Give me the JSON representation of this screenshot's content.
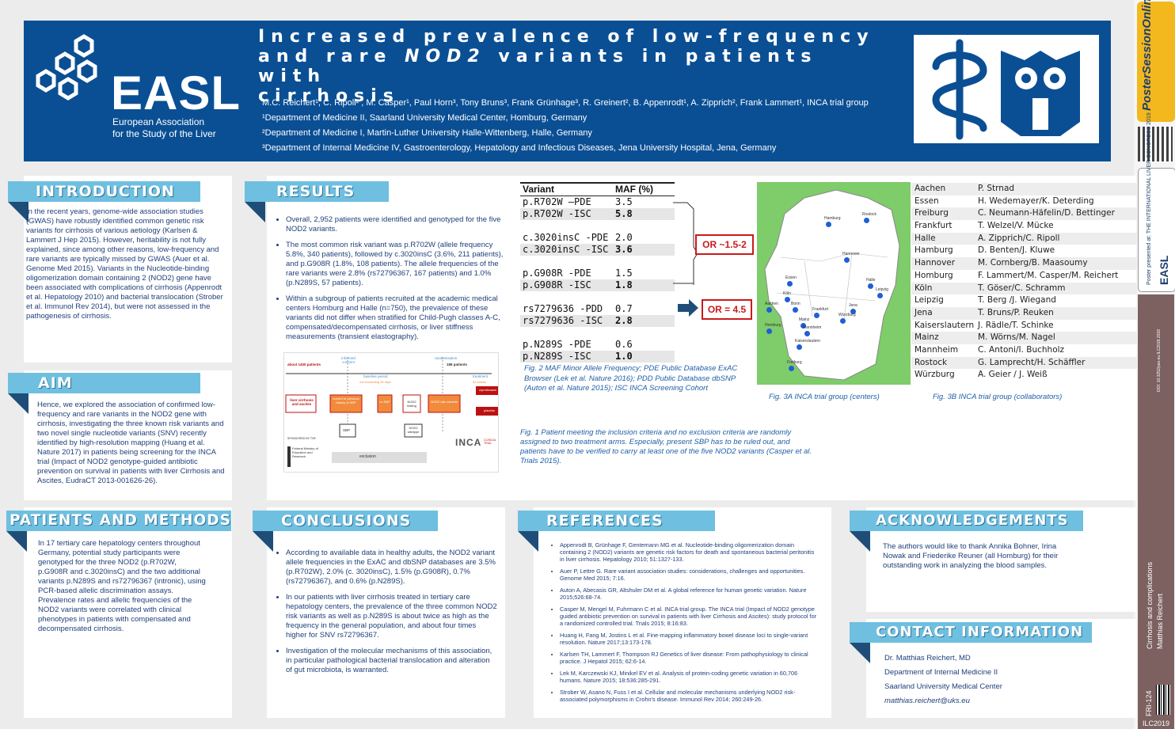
{
  "header": {
    "logo_name": "EASL",
    "logo_sub_1": "European Association",
    "logo_sub_2": "for the Study of the Liver",
    "title_line1": "Increased prevalence of low-frequency",
    "title_line2_pre": "and rare ",
    "title_line2_gene": "NOD2",
    "title_line2_post": " variants in patients with",
    "title_line3": "cirrhosis",
    "authors": "M.C. Reichert¹, C. Ripoll² , M. Casper¹, Paul Horn³, Tony Bruns³, Frank Grünhage³, R. Greinert², B. Appenrodt¹, A. Zipprich², Frank Lammert¹, INCA trial group",
    "aff1": "¹Department of Medicine II, Saarland University Medical Center, Homburg, Germany",
    "aff2": "²Department of Medicine I, Martin-Luther University Halle-Wittenberg, Halle, Germany",
    "aff3": "³Department of Internal Medicine IV, Gastroenterology, Hepatology and Infectious Diseases, Jena University Hospital, Jena, Germany"
  },
  "side_strip": {
    "pso_label": "PosterSessionOnline",
    "easl_card_text": "Poster presented at: THE INTERNATIONAL LIVER CONGRESS 2019",
    "easl_card_logo": "EASL",
    "doi": "DOI: 10.3252/pso.eu.ILC2019.2019",
    "topic_1": "Cirrhosis and complications",
    "topic_2": "Matthias Reichert",
    "code": "FRI-124",
    "ilc": "ILC2019"
  },
  "introduction": {
    "title": "INTRODUCTION",
    "text": "In the recent years, genome-wide association studies (GWAS) have robustly identified common genetic risk variants for cirrhosis of various aetiology (Karlsen & Lammert J Hep 2015). However, heritability is not fully explained, since among other reasons, low-frequency and rare variants are typically missed by GWAS (Auer et al. Genome Med 2015). Variants in the Nucleotide-binding oligomerization domain containing 2 (NOD2) gene  have been associated with complications of cirrhosis (Appenrodt et al. Hepatology 2010) and bacterial translocation (Strober et al. Immunol Rev 2014), but were not assessed in the pathogenesis of cirrhosis."
  },
  "aim": {
    "title": "AIM",
    "text": "Hence, we explored the association of confirmed low-frequency and rare variants in the NOD2 gene with cirrhosis, investigating the three known risk variants and two novel single nucleotide variants (SNV) recently identified by high-resolution mapping (Huang et al. Nature 2017) in patients being screening for the INCA trial (Impact of NOD2 genotype-guided antibiotic prevention on survival in patients with liver Cirrhosis and Ascites, EudraCT 2013-001626-26)."
  },
  "methods": {
    "title": "PATIENTS AND METHODS",
    "text": "In 17 tertiary care hepatology centers throughout Germany, potential study participants were genotyped for the three NOD2 (p.R702W, p.G908R and c.3020insC) and the two additional variants p.N289S and rs72796367 (intronic), using PCR-based allelic discrimination assays. Prevalence rates and allelic frequencies of the NOD2 variants were correlated with clinical phenotypes in patients with compensated and decompensated cirrhosis."
  },
  "results": {
    "title": "RESULTS",
    "bullets": [
      "Overall, 2,952 patients were identified and genotyped for the five NOD2 variants.",
      "The most common risk variant was p.R702W (allele frequency 5.8%, 340 patients), followed by c.3020insC (3.6%, 211 patients), and p.G908R (1.8%, 108 patients). The allele frequencies of the rare variants were 2.8% (rs72796367, 167 patients) and 1.0% (p.N289S, 57 patients).",
      "Within a subgroup of patients recruited at the academic medical centers Homburg and Halle (n=750), the prevalence of these variants did not differ when stratified for Child-Pugh classes A-C, compensated/decompensated cirrhosis, or liver stiffness measurements (transient elastography)."
    ],
    "fig1_caption": "Fig. 1 Patient meeting the inclusion criteria and no exclusion criteria are randomly assigned to two treatment arms. Especially, present SBP has to be ruled out, and patients have to be verified to carry at least one of the five NOD2 variants (Casper et al. Trials 2015).",
    "fig2_caption": "Fig. 2 MAF Minor Allele Frequency; PDE Public Database ExAC Browser (Lek et al. Nature 2016); PDD Public Database dbSNP  (Auton et al. Nature 2015); ISC INCA Screening Cohort",
    "fig3a_caption": "Fig. 3A INCA trial group (centers)",
    "fig3b_caption": "Fig. 3B INCA trial group (collaborators)",
    "or_1": "OR ~1.5-2",
    "or_2": "OR = 4.5"
  },
  "flowchart": {
    "about": "about 1400 patients",
    "informed": "informed consent",
    "not_exceeding": "not exceeding 28 days",
    "randomisation": "randomisation",
    "n186": "186 patients",
    "baseline": "baseline period",
    "treatment": "treatment",
    "weeks": "52 weeks",
    "liver": "liver cirrhosis and ascites",
    "current": "current or previous history of SBP",
    "no_sbp": "no SBP",
    "nod2_testing": "NOD2 testing",
    "nod2_risk": "NOD2 risk-variants",
    "sbp": "SBP",
    "wildtype": "NOD2 wildtype",
    "exclusion": "exclusion",
    "cipro": "ciprofloxacin",
    "placebo": "placebo",
    "sponsored": "SPONSORED BY THE",
    "ministry": "Federal Ministry of Education and Research",
    "inca": "INCA",
    "clinical": "CLINICAL TRIAL"
  },
  "variant_table": {
    "head_variant": "Variant",
    "head_maf": "MAF (%)",
    "rows": [
      {
        "variant": "p.R702W –PDE",
        "maf": "3.5",
        "shade": false,
        "bold": false
      },
      {
        "variant": "p.R702W -ISC",
        "maf": "5.8",
        "shade": true,
        "bold": true
      },
      {
        "variant": "",
        "maf": "",
        "shade": false,
        "bold": false
      },
      {
        "variant": "c.3020insC -PDE",
        "maf": "2.0",
        "shade": false,
        "bold": false
      },
      {
        "variant": "c.3020insC -ISC",
        "maf": "3.6",
        "shade": true,
        "bold": true
      },
      {
        "variant": "",
        "maf": "",
        "shade": false,
        "bold": false
      },
      {
        "variant": "p.G908R -PDE",
        "maf": "1.5",
        "shade": false,
        "bold": false
      },
      {
        "variant": "p.G908R -ISC",
        "maf": "1.8",
        "shade": true,
        "bold": true
      },
      {
        "variant": "",
        "maf": "",
        "shade": false,
        "bold": false
      },
      {
        "variant": "rs7279636 -PDD",
        "maf": "0.7",
        "shade": false,
        "bold": false
      },
      {
        "variant": "rs7279636 -ISC",
        "maf": "2.8",
        "shade": true,
        "bold": true
      },
      {
        "variant": "",
        "maf": "",
        "shade": false,
        "bold": false
      },
      {
        "variant": "p.N289S -PDE",
        "maf": "0.6",
        "shade": false,
        "bold": false
      },
      {
        "variant": "p.N289S -ISC",
        "maf": "1.0",
        "shade": true,
        "bold": true
      }
    ]
  },
  "map_cities": [
    "Hamburg",
    "Rostock",
    "Hannover",
    "Essen",
    "Halle",
    "Köln",
    "Aachen",
    "Bonn",
    "Leipzig",
    "Jena",
    "Frankfurt",
    "Würzburg",
    "Mainz",
    "Homburg",
    "Mannheim",
    "Kaiserslautern",
    "Freiburg"
  ],
  "collaborators": [
    {
      "city": "Aachen",
      "names": "P. Strnad"
    },
    {
      "city": "Essen",
      "names": "H. Wedemayer/K. Deterding"
    },
    {
      "city": "Freiburg",
      "names": "C. Neumann-Häfelin/D. Bettinger"
    },
    {
      "city": "Frankfurt",
      "names": "T. Welzel/V. Mücke"
    },
    {
      "city": "Halle",
      "names": "A. Zipprich/C. Ripoll"
    },
    {
      "city": "Hamburg",
      "names": "D. Benten/J. Kluwe"
    },
    {
      "city": "Hannover",
      "names": "M. Cornberg/B. Maasoumy"
    },
    {
      "city": "Homburg",
      "names": "F. Lammert/M. Casper/M. Reichert"
    },
    {
      "city": "Köln",
      "names": "T. Göser/C. Schramm"
    },
    {
      "city": "Leipzig",
      "names": "T. Berg /J. Wiegand"
    },
    {
      "city": "Jena",
      "names": "T. Bruns/P. Reuken"
    },
    {
      "city": "Kaiserslautern",
      "names": "J. Rädle/T. Schinke"
    },
    {
      "city": "Mainz",
      "names": "M. Wörns/M. Nagel"
    },
    {
      "city": "Mannheim",
      "names": "C. Antoni/I. Buchholz"
    },
    {
      "city": "Rostock",
      "names": "G. Lamprecht/H. Schäffler"
    },
    {
      "city": "Würzburg",
      "names": "A. Geier / J. Weiß"
    }
  ],
  "conclusions": {
    "title": "CONCLUSIONS",
    "bullets": [
      "According to available data in healthy adults, the NOD2 variant allele frequencies in the ExAC and dbSNP databases are 3.5% (p.R702W), 2.0% (c. 3020insC), 1.5% (p.G908R), 0.7% (rs72796367), and 0.6% (p.N289S).",
      "In our patients with liver cirrhosis treated in tertiary care hepatology centers, the prevalence of the three common NOD2 risk variants as well as p.N289S is about twice as high as the frequency in the general population, and about four times higher for SNV rs72796367.",
      "Investigation of the molecular mechanisms of this association, in particular pathological bacterial translocation and alteration of gut microbiota, is warranted."
    ]
  },
  "references": {
    "title": "REFERENCES",
    "items": [
      "Appenrodt B, Grünhage F, Gentemann MG et al. Nucleotide-binding oligomerization domain containing 2 (NOD2) variants are genetic risk factors for death and spontaneous bacterial peritonitis in liver cirrhosis. Hepatology  2010; 51:1327-133.",
      "Auer P, Lettre G. Rare variant association studies: considerations, challenges and opportunities. Genome Med 2015; 7:16.",
      "Auton A, Abecasis GR, Altshuler DM et al. A global reference for human genetic variation. Nature 2015;526:68-74.",
      "Casper M, Mengel M, Fuhrmann C et al. INCA trial group. The INCA trial (Impact of NOD2 genotype guided antibiotic prevention on survival in patients with liver Cirrhosis and Ascites): study protocol for a randomized controlled trial. Trials  2015; 8:16:83.",
      "Huang H, Fang M, Jostins L et al. Fine-mapping inflammatory bowel disease loci to single-variant resolution. Nature 2017;13:173-178.",
      "Karlsen TH, Lammert F, Thompson RJ Genetics of liver disease: From pathophysiology to clinical practice. J Hepatol  2015; 62:6-14.",
      "Lek M, Karczewski KJ, Minikel EV et al. Analysis of protein-coding genetic variation in 60,706 humans. Nature 2015; 18:536:285-291.",
      "Strober W, Asano N, Fuss I et al. Cellular and molecular mechanisms underlying NOD2 risk-associated polymorphisms in Crohn's disease. Immunol Rev 2014; 260:249-26."
    ]
  },
  "acknowledgements": {
    "title": "ACKNOWLEDGEMENTS",
    "text": "The authors would like to thank Annika Bohner, Irina Nowak and Friederike Reuner (all Homburg) for their outstanding work in analyzing the blood samples."
  },
  "contact": {
    "title": "CONTACT INFORMATION",
    "name": "Dr. Matthias Reichert, MD",
    "dept": "Department of Internal Medicine II",
    "org": "Saarland University Medical Center",
    "email": "matthias.reichert@uks.eu"
  },
  "colors": {
    "header_blue": "#0a4f94",
    "section_cyan": "#6ebfe0",
    "text_blue": "#1f3f7a",
    "side_brown": "#7d6161",
    "or_red": "#cc1a1a"
  }
}
